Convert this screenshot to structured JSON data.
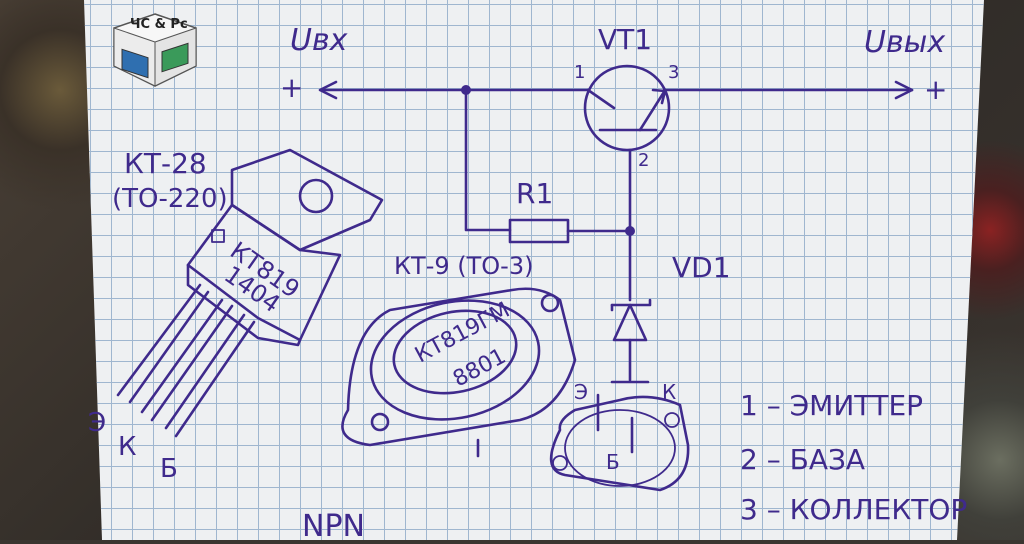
{
  "logo": {
    "text": "ЧС & Pc"
  },
  "circuit": {
    "input_label": "Uвх",
    "input_plus": "+",
    "output_label": "Uвых",
    "output_plus": "+",
    "transistor_label": "VT1",
    "pin1": "1",
    "pin2": "2",
    "pin3": "3",
    "resistor_label": "R1",
    "diode_label": "VD1"
  },
  "kt28": {
    "name": "КТ-28",
    "package": "(ТО-220)",
    "marking_line1": "КТ819",
    "marking_line2": "1404",
    "pin_e": "Э",
    "pin_k": "К",
    "pin_b": "Б"
  },
  "kt9": {
    "name": "КТ-9 (ТО-3)",
    "marking_line1": "КТ819ГМ",
    "marking_line2": "8801",
    "pin_e": "Э",
    "pin_k": "К",
    "pin_b": "Б"
  },
  "legend": {
    "item1": "1 – ЭМИТТЕР",
    "item2": "2 – БАЗА",
    "item3": "3 – КОЛЛЕКТОР"
  },
  "type_label": "NPN",
  "colors": {
    "ink": "#3f2a8c",
    "grid": "#9fb6cf",
    "paper": "#eef0f2"
  }
}
